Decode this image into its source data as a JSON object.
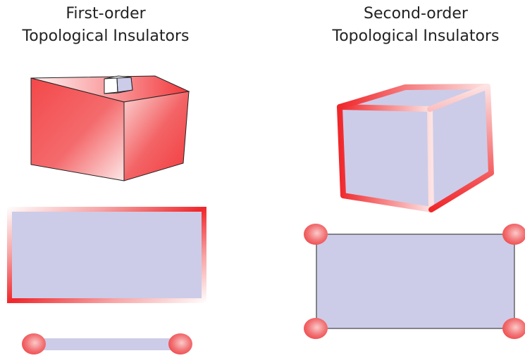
{
  "left": {
    "title_line1": "First-order",
    "title_line2": "Topological Insulators"
  },
  "right": {
    "title_line1": "Second-order",
    "title_line2": "Topological Insulators"
  },
  "colors": {
    "bulk": "#cccce8",
    "surface_red": "#f0272b",
    "surface_light": "#ffffff",
    "outline": "#222222"
  }
}
